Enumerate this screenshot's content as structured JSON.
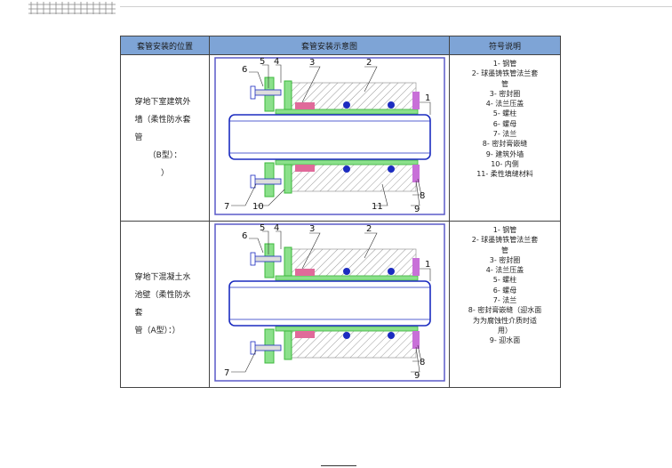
{
  "table": {
    "headers": [
      "套管安装的位置",
      "套管安装示意图",
      "符号说明"
    ],
    "rows": [
      {
        "position": [
          "穿地下室建筑外",
          "墙（柔性防水套管",
          "（B型）：",
          "）"
        ],
        "callouts": [
          "5",
          "4",
          "6",
          "3",
          "2",
          "1",
          "7",
          "10",
          "11",
          "9",
          "8"
        ],
        "legend": [
          "1- 钢管",
          "2- 球墨铸铁管法兰套",
          "管",
          "3- 密封圈",
          "4- 法兰压盖",
          "5- 螺柱",
          "6- 螺母",
          "7- 法兰",
          "8- 密封膏嵌缝",
          "9- 建筑外墙",
          "10- 内侧",
          "11- 柔性填缝材料"
        ]
      },
      {
        "position": [
          "穿地下混凝土水",
          "池壁（柔性防水套",
          "管（A型）：）"
        ],
        "callouts": [
          "5",
          "4",
          "6",
          "3",
          "2",
          "1",
          "7",
          "8",
          "9"
        ],
        "legend": [
          "1- 钢管",
          "2- 球墨铸铁管法兰套",
          "管",
          "3- 密封圈",
          "4- 法兰压盖",
          "5- 螺柱",
          "6- 螺母",
          "7- 法兰",
          "8- 密封膏嵌缝（迎水面",
          "为为腐蚀性介质时适",
          "用）",
          "9- 迎水面"
        ]
      }
    ]
  },
  "colors": {
    "header_bg": "#7ea4d6",
    "frame_blue": "#5a5ac8",
    "pipe_blue": "#1c2cc0",
    "flange_green": "#8be08b",
    "sleeve_green": "#3cb83c",
    "seal_pink": "#e06a9a",
    "filler_purple": "#c870d8",
    "concrete_gray": "#b8b8b8"
  }
}
